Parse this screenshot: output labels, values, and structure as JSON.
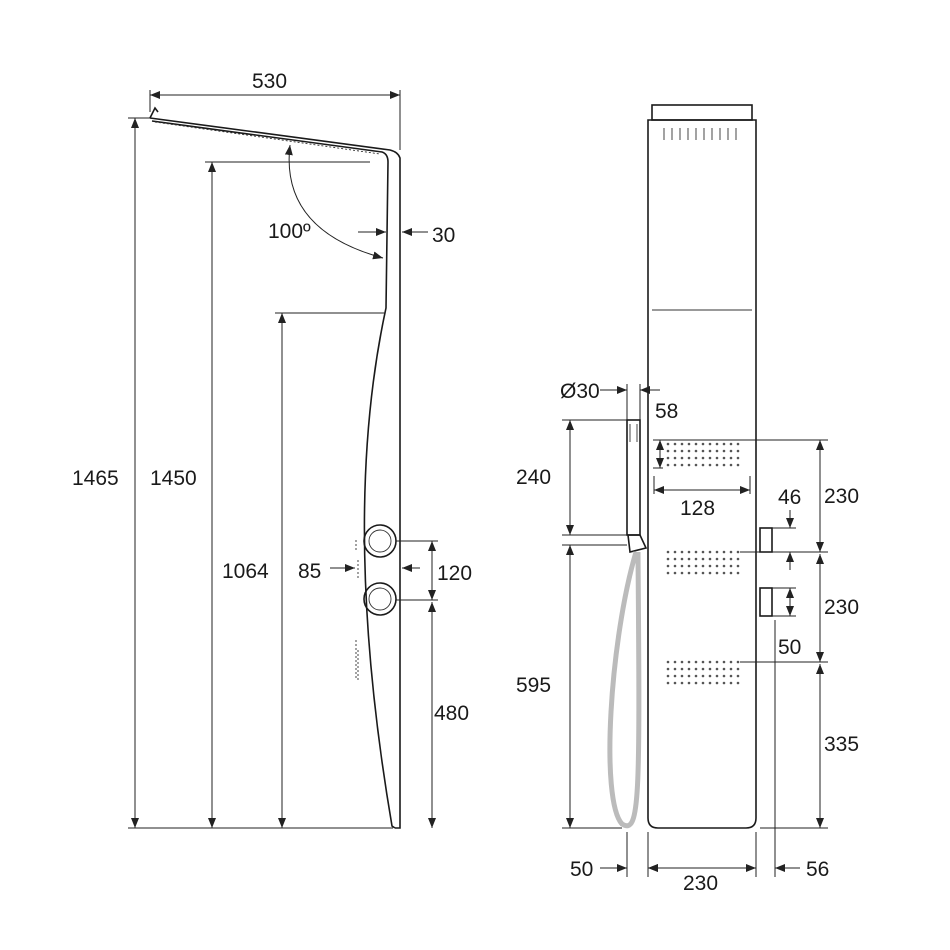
{
  "side_view": {
    "width_top": "530",
    "total_height": "1465",
    "outlet_height": "1450",
    "angle": "100º",
    "depth": "30",
    "curve_height": "1064",
    "knob_projection": "85",
    "knob_spacing": "120",
    "knob_height": "480"
  },
  "front_view": {
    "hand_shower_diameter": "Ø30",
    "jet_group_height": "58",
    "hand_shower_length": "240",
    "jet_group_width": "128",
    "knob_width_top": "46",
    "spacing_upper": "230",
    "spacing_middle": "230",
    "knob_width_bottom": "50",
    "holder_height": "595",
    "bottom_jet_height": "335",
    "hand_shower_offset": "50",
    "panel_width": "230",
    "knob_offset": "56"
  },
  "colors": {
    "line": "#1a1a1a",
    "hose": "#bbbbbb"
  }
}
